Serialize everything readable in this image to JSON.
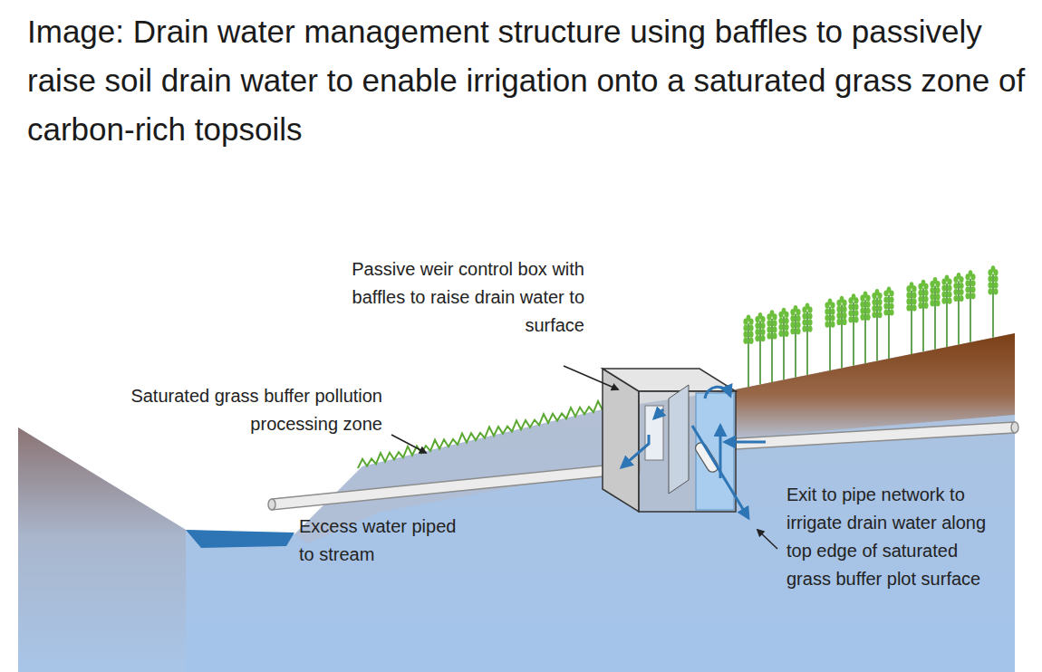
{
  "diagram": {
    "title": "Image: Drain water management structure using baffles to passively raise soil drain water to enable irrigation onto a saturated grass zone of carbon-rich topsoils",
    "labels": [
      "Passive weir control box with baffles to raise drain water to surface",
      "Saturated grass buffer pollution processing zone",
      "Excess water piped to stream",
      "Exit to pipe network to irrigate drain water along top edge of saturated grass buffer plot surface"
    ]
  }
}
